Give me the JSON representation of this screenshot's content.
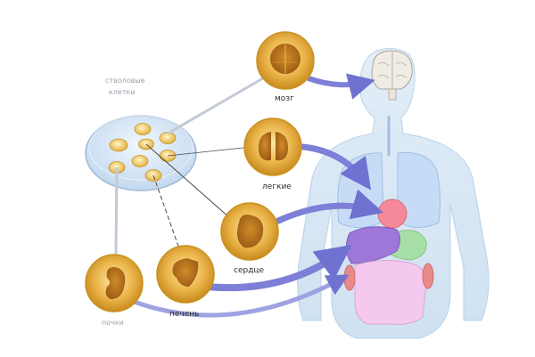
{
  "diagram": {
    "stem_cells_label_line1": "стволовые",
    "stem_cells_label_line2": "клетки",
    "labels": {
      "brain": "мозг",
      "lungs": "легкие",
      "heart": "сердце",
      "liver": "печень",
      "kidney": "почки"
    }
  },
  "colors": {
    "cell_gold": "#e8b341",
    "cell_inner": "#b3701c",
    "dish_fill": "#dce9f7",
    "body_silhouette": "#cfe1f1",
    "arrow": "#7d80d6",
    "lungs": "#c6dcf6",
    "heart": "#f4899a",
    "liver": "#9f77d8",
    "stomach": "#a6e0a6",
    "intestines": "#f5c9ef",
    "kidney_outline": "#e07070"
  }
}
